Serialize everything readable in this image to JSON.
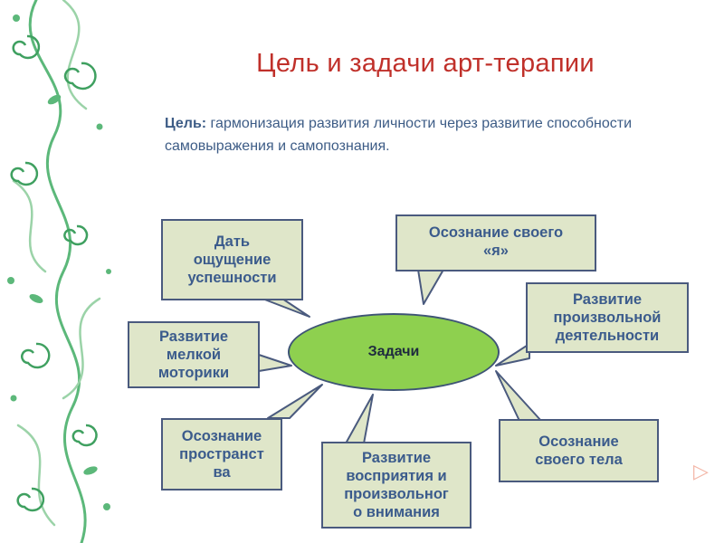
{
  "slide": {
    "title": "Цель и задачи арт-терапии",
    "goal_label": "Цель:",
    "goal_text": " гармонизация развития личности через развитие способности самовыражения и самопознания."
  },
  "diagram": {
    "hub": "Задачи",
    "tasks": [
      {
        "id": "success",
        "lines": [
          "Дать",
          "ощущение",
          "успешности"
        ]
      },
      {
        "id": "self",
        "lines": [
          "Осознание своего",
          "«я»"
        ]
      },
      {
        "id": "voluntary",
        "lines": [
          "Развитие",
          "произвольной",
          "деятельности"
        ]
      },
      {
        "id": "motor",
        "lines": [
          "Развитие",
          "мелкой",
          "моторики"
        ]
      },
      {
        "id": "space",
        "lines": [
          "Осознание",
          "пространст",
          "ва"
        ]
      },
      {
        "id": "perception",
        "lines": [
          "Развитие",
          "восприятия и",
          "произвольног",
          "о внимания"
        ]
      },
      {
        "id": "body",
        "lines": [
          "Осознание",
          "своего тела"
        ]
      }
    ]
  },
  "colors": {
    "title": "#c0302a",
    "goal_text": "#3d5c86",
    "box_fill": "#dfe6c9",
    "box_border": "#4a5a7e",
    "hub_fill": "#8ed04f",
    "ornament": "#5cb87a"
  },
  "icons": [
    "floral-swirl-ornament",
    "corner-arrow-icon"
  ]
}
